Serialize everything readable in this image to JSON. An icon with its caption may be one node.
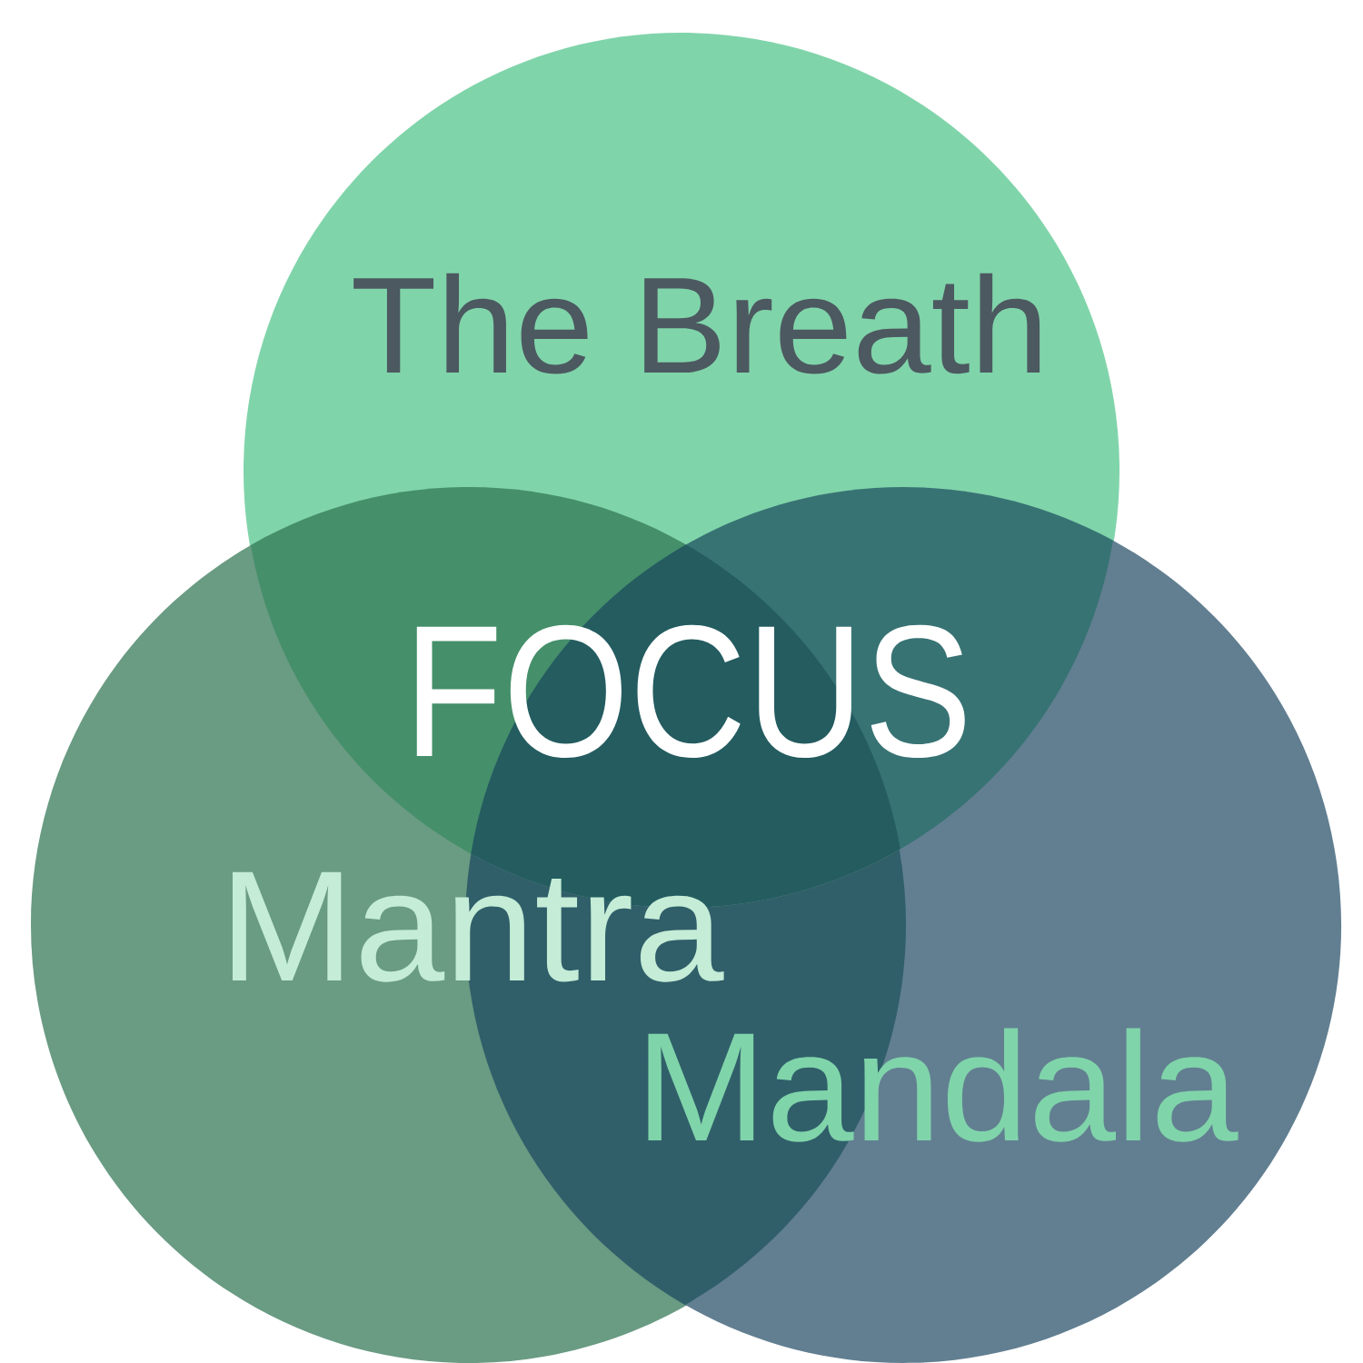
{
  "diagram": {
    "nodes": [
      {
        "text": [
          "The Breath"
        ]
      },
      {
        "text": [
          "Mantra"
        ]
      },
      {
        "text": [
          "Mandala"
        ]
      }
    ],
    "labels": [
      "FOCUS"
    ]
  }
}
